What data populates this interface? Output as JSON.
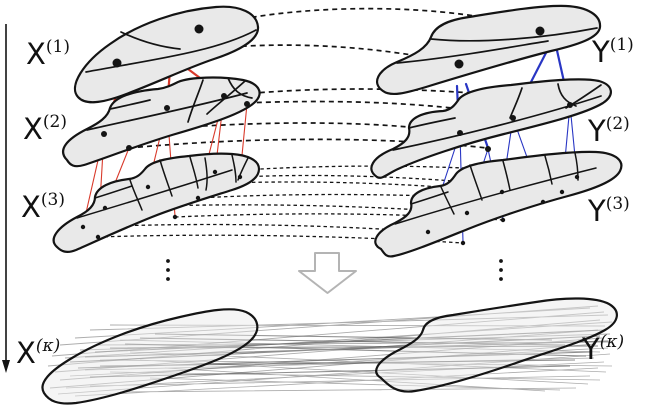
{
  "labels": {
    "x": [
      {
        "base": "X",
        "sup": "(1)"
      },
      {
        "base": "X",
        "sup": "(2)"
      },
      {
        "base": "X",
        "sup": "(3)"
      },
      {
        "base": "X",
        "sup": "(κ)"
      }
    ],
    "y": [
      {
        "base": "Y",
        "sup": "(1)"
      },
      {
        "base": "Y",
        "sup": "(2)"
      },
      {
        "base": "Y",
        "sup": "(3)"
      },
      {
        "base": "Y",
        "sup": "(κ)"
      }
    ]
  },
  "colors": {
    "x_tree_edges": "#d93a2b",
    "y_tree_edges": "#2936c4",
    "region_fill": "#e9e9e9",
    "outline": "#141414",
    "correspondence_lines": "#141414",
    "dense_bundle": "#5a5a5a",
    "block_arrow_outline": "#b4b4b4",
    "background": "#ffffff"
  },
  "icons": {
    "scale_axis": "downward-axis-arrow",
    "refinement": "hollow-block-down-arrow",
    "continuation": "vertical-ellipsis"
  }
}
